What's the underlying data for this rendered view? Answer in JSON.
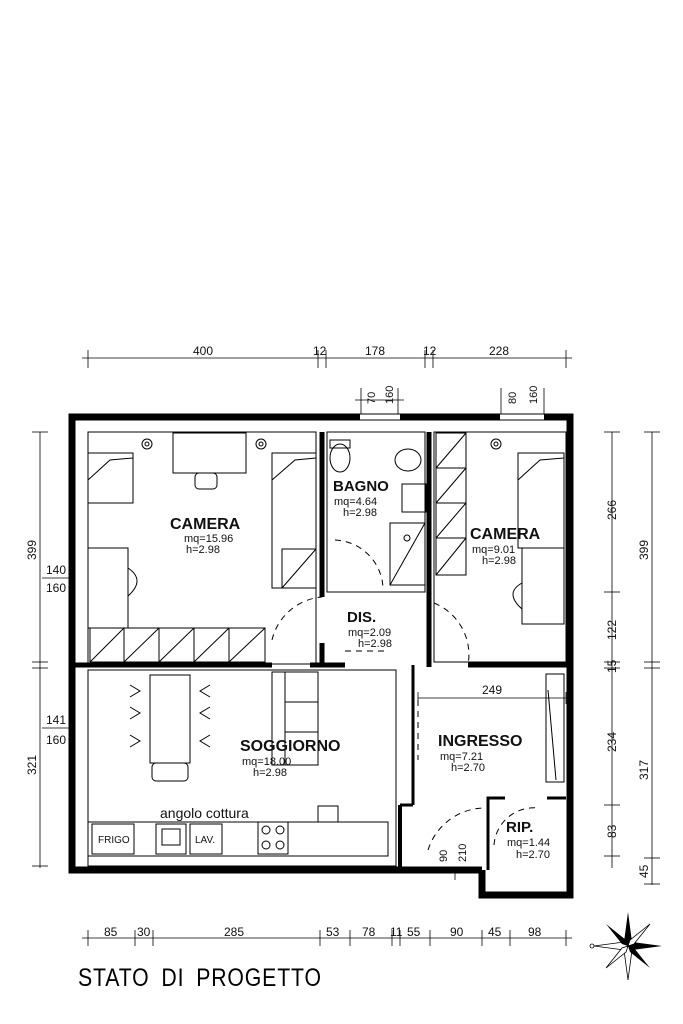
{
  "title": "STATO DI PROGETTO",
  "rooms": {
    "camera1": {
      "name": "CAMERA",
      "area": "mq=15.96",
      "height": "h=2.98"
    },
    "bagno": {
      "name": "BAGNO",
      "area": "mq=4.64",
      "height": "h=2.98"
    },
    "camera2": {
      "name": "CAMERA",
      "area": "mq=9.01",
      "height": "h=2.98"
    },
    "dis": {
      "name": "DIS.",
      "area": "mq=2.09",
      "height": "h=2.98"
    },
    "soggiorno": {
      "name": "SOGGIORNO",
      "area": "mq=18.00",
      "height": "h=2.98"
    },
    "ingresso": {
      "name": "INGRESSO",
      "area": "mq=7.21",
      "height": "h=2.70"
    },
    "rip": {
      "name": "RIP.",
      "area": "mq=1.44",
      "height": "h=2.70"
    }
  },
  "labels": {
    "angolo_cottura": "angolo cottura",
    "frigo": "FRIGO",
    "lav": "LAV."
  },
  "dims": {
    "top": [
      "400",
      "12",
      "178",
      "12",
      "228"
    ],
    "bottom": [
      "85",
      "30",
      "285",
      "53",
      "78",
      "11",
      "55",
      "90",
      "45",
      "98"
    ],
    "left_outer": [
      "399",
      "321"
    ],
    "left_inner": [
      "140",
      "160",
      "141",
      "160"
    ],
    "right_inner": [
      "266",
      "122",
      "15",
      "234",
      "83"
    ],
    "right_outer": [
      "399",
      "317",
      "45"
    ],
    "window_bagno": [
      "70",
      "160"
    ],
    "window_camera": [
      "80",
      "160"
    ],
    "door_ingresso": [
      "90",
      "210"
    ],
    "ingresso_width": "249"
  }
}
